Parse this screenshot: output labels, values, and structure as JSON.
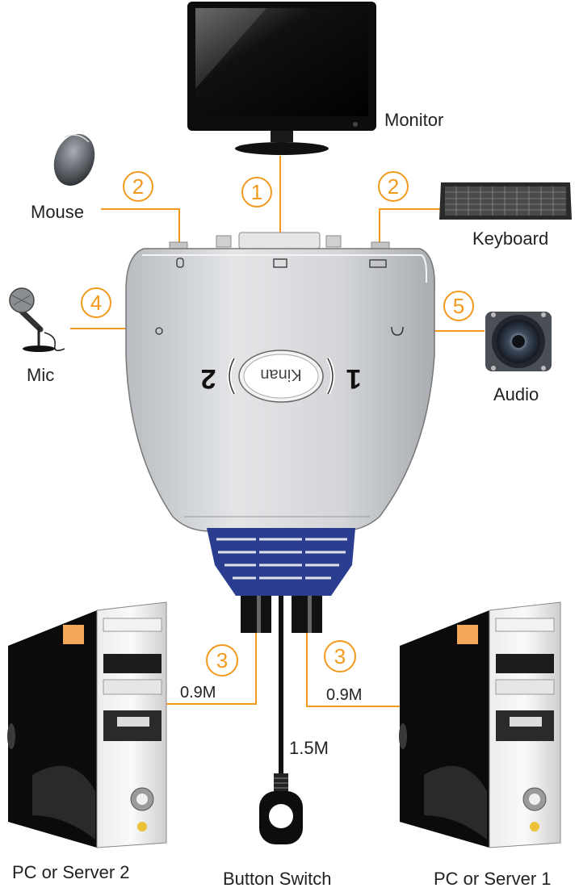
{
  "labels": {
    "monitor": "Monitor",
    "mouse": "Mouse",
    "keyboard": "Keyboard",
    "mic": "Mic",
    "audio": "Audio",
    "pc2": "PC or Server 2",
    "pc1": "PC or Server 1",
    "button_switch": "Button Switch"
  },
  "callouts": {
    "monitor": "1",
    "mouse": "2",
    "keyboard": "2",
    "pc_left": "3",
    "pc_right": "3",
    "mic": "4",
    "audio": "5"
  },
  "cable_lengths": {
    "left": "0.9M",
    "right": "0.9M",
    "button": "1.5M"
  },
  "device": {
    "brand": "Kinan",
    "port_left": "2",
    "port_right": "1"
  },
  "colors": {
    "accent": "#f39a1e",
    "body": "#d6d8da",
    "connector": "#2a3d8f"
  }
}
